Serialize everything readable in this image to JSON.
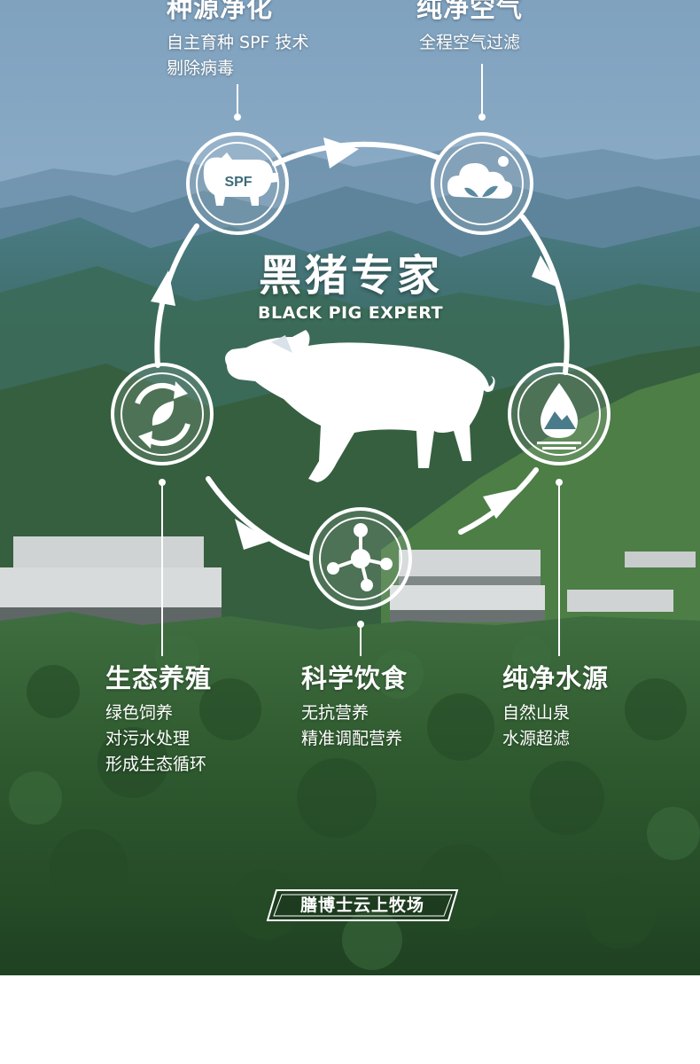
{
  "features": {
    "top_left": {
      "title": "种源净化",
      "lines": [
        "自主育种 SPF 技术",
        "剔除病毒"
      ],
      "icon": "spf-pig-icon",
      "icon_label": "SPF"
    },
    "top_right": {
      "title": "纯净空气",
      "lines": [
        "全程空气过滤"
      ],
      "icon": "cloud-leaf-icon"
    },
    "bottom_left": {
      "title": "生态养殖",
      "lines": [
        "绿色饲养",
        "对污水处理",
        "形成生态循环"
      ],
      "icon": "recycle-leaf-icon"
    },
    "bottom_center": {
      "title": "科学饮食",
      "lines": [
        "无抗营养",
        "精准调配营养"
      ],
      "icon": "molecule-icon"
    },
    "bottom_right": {
      "title": "纯净水源",
      "lines": [
        "自然山泉",
        "水源超滤"
      ],
      "icon": "water-drop-mountain-icon"
    }
  },
  "center": {
    "title": "黑猪专家",
    "subtitle": "BLACK PIG EXPERT",
    "icon": "pig-silhouette-icon"
  },
  "badge": {
    "text": "膳博士云上牧场"
  },
  "colors": {
    "sky": "#8fb0c9",
    "mountain_far": "#5f8aa6",
    "forest": "#2d5a30",
    "text": "#ffffff"
  }
}
